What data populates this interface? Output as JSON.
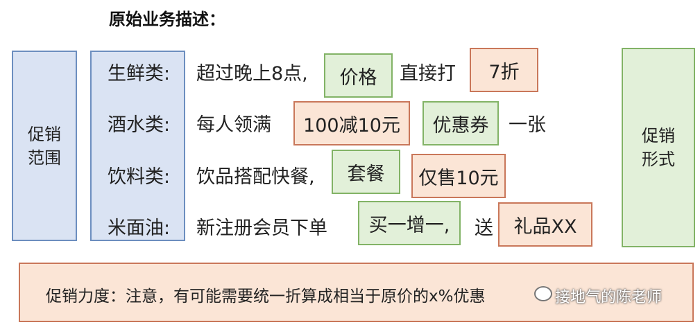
{
  "title": "原始业务描述：",
  "scope_box": "促销\n范围",
  "form_box": "促销\n形式",
  "rows": [
    {
      "category": "生鲜类:",
      "text1": "超过晚上8点,",
      "tag1": "价格",
      "text2": "直接打",
      "tag2": "7折",
      "text3": ""
    },
    {
      "category": "酒水类:",
      "text1": "每人领满",
      "tag1": "100减10元",
      "text2": "",
      "tag2": "优惠券",
      "text3": "一张"
    },
    {
      "category": "饮料类:",
      "text1": "饮品搭配快餐,",
      "tag1": "套餐",
      "text2": "",
      "tag2": "仅售10元",
      "text3": ""
    },
    {
      "category": "米面油:",
      "text1": "新注册会员下单",
      "tag1": "买一增一,",
      "text2": "送",
      "tag2": "礼品XX",
      "text3": ""
    }
  ],
  "bottom": {
    "text": "促销力度：注意，有可能需要统一折算成相当于原价的x%优惠",
    "watermark": "接地气的陈老师"
  },
  "colors": {
    "blue_fill": "#dae3f3",
    "blue_border": "#6c8ebf",
    "green_fill": "#e2f0d9",
    "green_border": "#82b366",
    "orange_fill": "#fbe5d6",
    "orange_border": "#c9775a"
  }
}
